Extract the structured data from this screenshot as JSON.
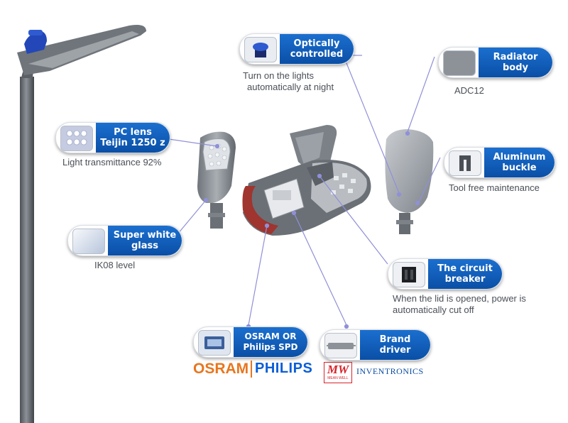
{
  "features": {
    "optically_controlled": {
      "title_line1": "Optically",
      "title_line2": "controlled",
      "desc_line1": "Turn on the lights",
      "desc_line2": "automatically at night"
    },
    "radiator_body": {
      "title_line1": "Radiator",
      "title_line2": "body",
      "desc": "ADC12"
    },
    "pc_lens": {
      "title_line1": "PC lens",
      "title_line2": "Teijin 1250 z",
      "desc": "Light transmittance 92%"
    },
    "aluminum_buckle": {
      "title_line1": "Aluminum",
      "title_line2": "buckle",
      "desc": "Tool free maintenance"
    },
    "super_white_glass": {
      "title_line1": "Super white",
      "title_line2": "glass",
      "desc": "IK08 level"
    },
    "circuit_breaker": {
      "title_line1": "The circuit",
      "title_line2": "breaker",
      "desc_line1": "When the lid is opened, power is",
      "desc_line2": "automatically cut off"
    },
    "spd": {
      "title_line1": "OSRAM OR",
      "title_line2": "Philips SPD"
    },
    "brand_driver": {
      "title_line1": "Brand",
      "title_line2": "driver"
    }
  },
  "brands": {
    "osram": "OSRAM",
    "philips": "PHILIPS",
    "mw": "MW",
    "mw_sub": "MEAN WELL",
    "inventronics": "INVENTRONICS"
  },
  "colors": {
    "badge_blue": "#0a4fa6",
    "connector": "#8f90d8",
    "osram_orange": "#e8761e",
    "philips_blue": "#0b5ed7",
    "mw_red": "#d6242b"
  }
}
